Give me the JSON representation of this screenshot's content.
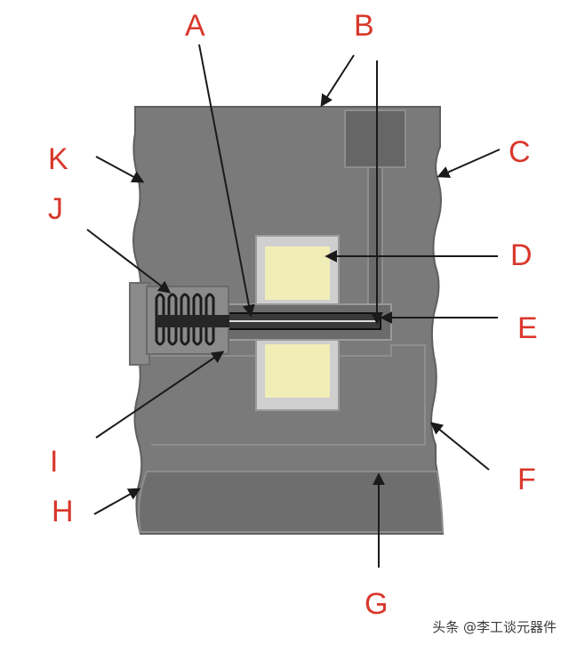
{
  "diagram": {
    "labels": {
      "A": "A",
      "B": "B",
      "C": "C",
      "D": "D",
      "E": "E",
      "F": "F",
      "G": "G",
      "H": "H",
      "I": "I",
      "J": "J",
      "K": "K"
    },
    "colors": {
      "body": "#7a7a7a",
      "body_dark": "#5f5f5f",
      "outline": "#8e8e8e",
      "coil": "#f0eeb6",
      "coil_frame": "#cfcfcf",
      "label": "#d9372b",
      "arrow": "#1a1a1a"
    }
  },
  "watermark": {
    "text": "头条 @李工谈元器件"
  }
}
